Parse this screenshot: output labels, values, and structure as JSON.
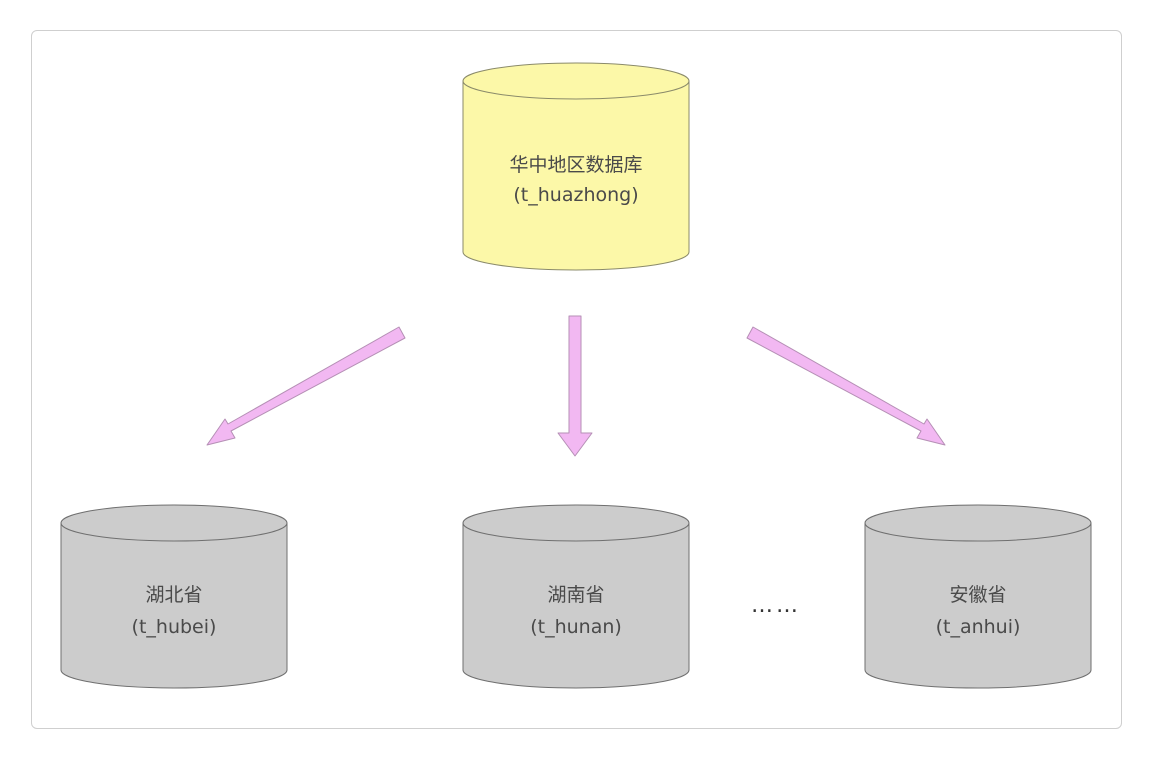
{
  "colors": {
    "central_fill": "#fcf8a8",
    "central_stroke": "#8a8a6a",
    "province_fill": "#cccccc",
    "province_stroke": "#6f6f6f",
    "arrow_fill": "#f2b8f2",
    "arrow_stroke": "#b58fb5"
  },
  "central_db": {
    "name": "华中地区数据库",
    "table": "(t_huazhong)"
  },
  "provinces": [
    {
      "name": "湖北省",
      "table": "(t_hubei)"
    },
    {
      "name": "湖南省",
      "table": "(t_hunan)"
    },
    {
      "name": "安徽省",
      "table": "(t_anhui)"
    }
  ],
  "ellipsis": "……"
}
